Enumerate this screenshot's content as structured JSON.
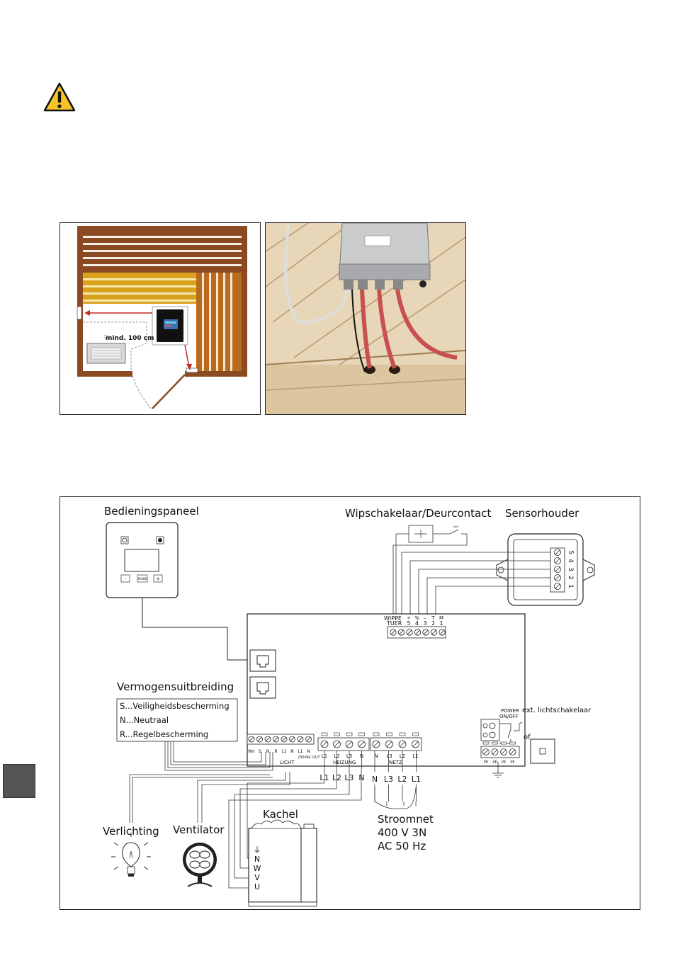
{
  "sauna_plan": {
    "distance_label": "mind. 100 cm"
  },
  "wiring": {
    "control_panel": {
      "title": "Bedieningspaneel",
      "minus": "-",
      "mode": "MODE",
      "plus": "+"
    },
    "door_switch": {
      "title": "Wipschakelaar/Deurcontact"
    },
    "sensor_holder": {
      "title": "Sensorhouder",
      "terminals": [
        "5",
        "4",
        "3",
        "2",
        "1"
      ]
    },
    "power_ext": {
      "title": "Vermogensuitbreiding",
      "legend": [
        "S...Veiligheidsbescherming",
        "N...Neutraal",
        "R...Regelbescherming"
      ]
    },
    "board": {
      "wippe_label": "WIPPE",
      "tuer_label": "TUER",
      "sensor_terms": [
        {
          "sym": "+",
          "num": "5"
        },
        {
          "sym": "%",
          "num": "4"
        },
        {
          "sym": "–",
          "num": "3"
        },
        {
          "sym": "T",
          "num": "2"
        },
        {
          "sym": "M",
          "num": "1"
        }
      ],
      "licht_terms": [
        "Wn",
        "S",
        "N",
        "R",
        "L1",
        "N",
        "L1",
        "N"
      ],
      "licht_out": "230VAC OUT",
      "licht_label": "LICHT",
      "heizung_terms": [
        "L1",
        "L2",
        "L3",
        "N"
      ],
      "heizung_label": "HEIZUNG",
      "netz_terms": [
        "N",
        "L3",
        "L2",
        "L1"
      ],
      "netz_label": "NETZ",
      "pe_terms": [
        "PE",
        "PE",
        "PE",
        "PE"
      ],
      "power_label": "POWER",
      "power_sub": "ON/OFF",
      "ext_light": "ext. lichtschakelaar",
      "or_label": "of"
    },
    "heater_leads": [
      "L1",
      "L2",
      "L3",
      "N"
    ],
    "mains_leads": [
      "N",
      "L3",
      "L2",
      "L1"
    ],
    "mains": {
      "title": "Stroomnet",
      "line1": "400 V 3N",
      "line2": "AC 50 Hz"
    },
    "heater": {
      "title": "Kachel",
      "terms": [
        "⏚",
        "N",
        "W",
        "V",
        "U"
      ]
    },
    "light": {
      "title": "Verlichting"
    },
    "fan": {
      "title": "Ventilator"
    }
  }
}
